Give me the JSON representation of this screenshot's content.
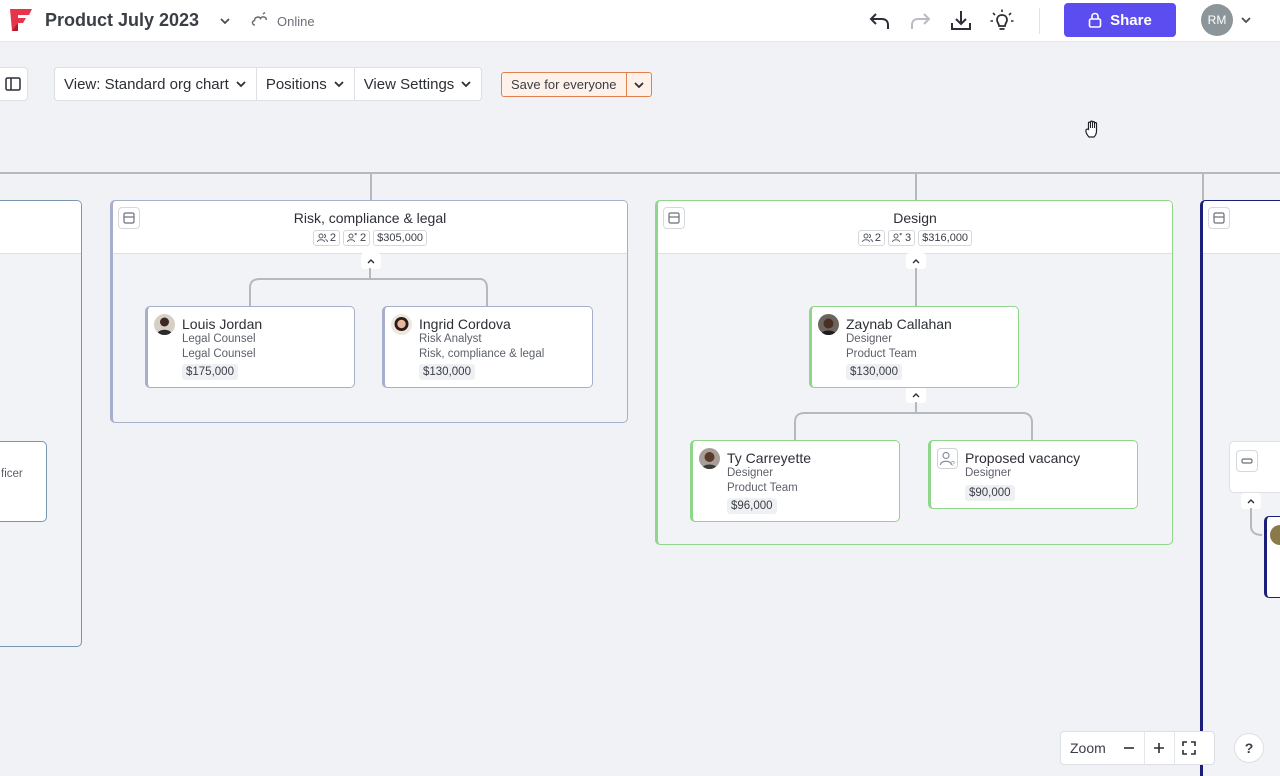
{
  "header": {
    "title": "Product July 2023",
    "status": "Online",
    "share_label": "Share",
    "user_initials": "RM",
    "icons": [
      "undo-icon",
      "redo-icon",
      "download-icon",
      "lightbulb-icon",
      "lock-icon"
    ]
  },
  "toolbar": {
    "view_label": "View: Standard org chart",
    "positions_label": "Positions",
    "view_settings_label": "View Settings",
    "save_label": "Save for everyone"
  },
  "left_partial": {
    "card_text": "ficer"
  },
  "groups": [
    {
      "name": "Risk, compliance & legal",
      "people_count": "2",
      "positions_count": "2",
      "budget": "$305,000",
      "accent": "#9aa3c7",
      "members": [
        {
          "name": "Louis Jordan",
          "role": "Legal Counsel",
          "team": "Legal Counsel",
          "salary": "$175,000"
        },
        {
          "name": "Ingrid Cordova",
          "role": "Risk Analyst",
          "team": "Risk, compliance & legal",
          "salary": "$130,000"
        }
      ]
    },
    {
      "name": "Design",
      "people_count": "2",
      "positions_count": "3",
      "budget": "$316,000",
      "accent": "#8fd68a",
      "lead": {
        "name": "Zaynab Callahan",
        "role": "Designer",
        "team": "Product Team",
        "salary": "$130,000"
      },
      "members": [
        {
          "name": "Ty Carreyette",
          "role": "Designer",
          "team": "Product Team",
          "salary": "$96,000"
        },
        {
          "name": "Proposed vacancy",
          "role": "Designer",
          "salary": "$90,000"
        }
      ]
    }
  ],
  "right_partial": {
    "accent": "#1b1f7a"
  },
  "zoom": {
    "label": "Zoom"
  },
  "help": {
    "label": "?"
  },
  "colors": {
    "brand": "#e8344a",
    "share": "#5b4df0",
    "save_border": "#e0814f"
  }
}
